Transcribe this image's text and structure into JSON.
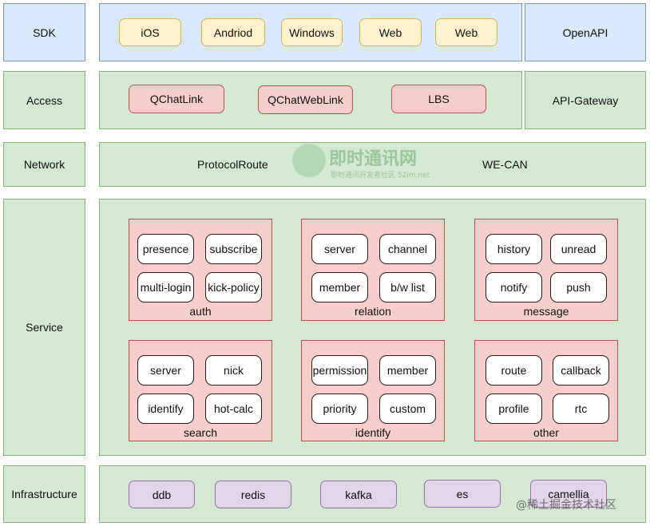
{
  "rows": {
    "sdk": {
      "label": "SDK",
      "items": [
        "iOS",
        "Andriod",
        "Windows",
        "Web",
        "Web"
      ],
      "side": "OpenAPI"
    },
    "access": {
      "label": "Access",
      "items": [
        "QChatLink",
        "QChatWebLink",
        "LBS"
      ],
      "side": "API-Gateway"
    },
    "network": {
      "label": "Network",
      "left": "ProtocolRoute",
      "right": "WE-CAN"
    },
    "service": {
      "label": "Service",
      "groups": [
        {
          "name": "auth",
          "items": [
            "presence",
            "subscribe",
            "multi-login",
            "kick-policy"
          ]
        },
        {
          "name": "relation",
          "items": [
            "server",
            "channel",
            "member",
            "b/w list"
          ]
        },
        {
          "name": "message",
          "items": [
            "history",
            "unread",
            "notify",
            "push"
          ]
        },
        {
          "name": "search",
          "items": [
            "server",
            "nick",
            "identify",
            "hot-calc"
          ]
        },
        {
          "name": "identify",
          "items": [
            "permission",
            "member",
            "priority",
            "custom"
          ]
        },
        {
          "name": "other",
          "items": [
            "route",
            "callback",
            "profile",
            "rtc"
          ]
        }
      ]
    },
    "infrastructure": {
      "label": "Infrastructure",
      "items": [
        "ddb",
        "redis",
        "kafka",
        "es",
        "camellia"
      ]
    }
  },
  "watermark": {
    "center_title": "即时通讯网",
    "center_sub": "即时通讯开发者社区 52im.net",
    "corner": "@稀土掘金技术社区"
  }
}
